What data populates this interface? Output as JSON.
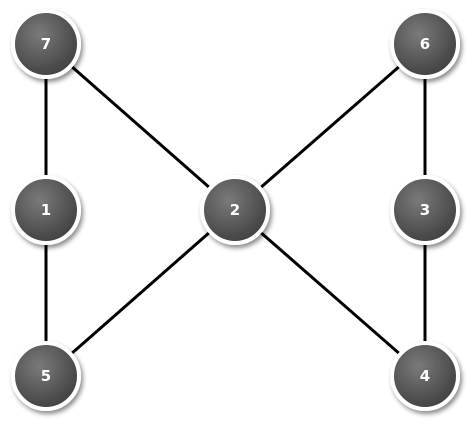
{
  "graph": {
    "colors": {
      "node_fill_light": "#7a7a7a",
      "node_fill_dark": "#3e3e3e",
      "node_ring": "#ffffff",
      "edge": "#000000",
      "label": "#ffffff",
      "background": "#ffffff"
    },
    "nodes": [
      {
        "id": "7",
        "label": "7"
      },
      {
        "id": "6",
        "label": "6"
      },
      {
        "id": "1",
        "label": "1"
      },
      {
        "id": "2",
        "label": "2"
      },
      {
        "id": "3",
        "label": "3"
      },
      {
        "id": "5",
        "label": "5"
      },
      {
        "id": "4",
        "label": "4"
      }
    ],
    "edges": [
      [
        "7",
        "1"
      ],
      [
        "7",
        "2"
      ],
      [
        "1",
        "5"
      ],
      [
        "5",
        "2"
      ],
      [
        "2",
        "6"
      ],
      [
        "2",
        "4"
      ],
      [
        "6",
        "3"
      ],
      [
        "3",
        "4"
      ]
    ]
  }
}
